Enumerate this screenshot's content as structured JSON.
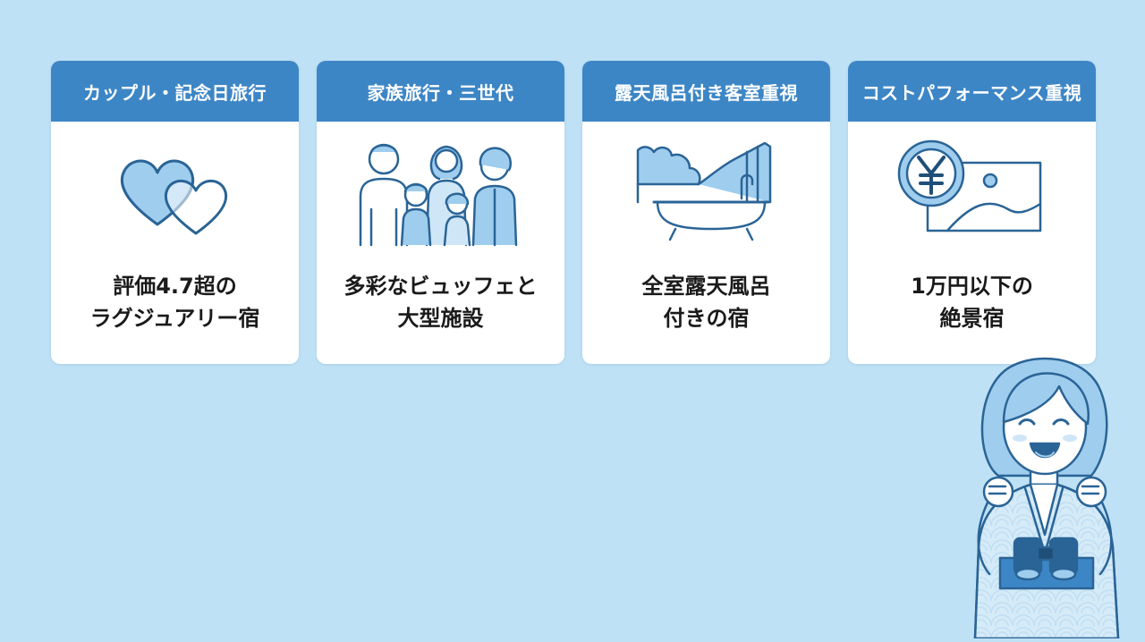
{
  "cards": [
    {
      "title": "カップル・記念日旅行",
      "icon": "hearts-icon",
      "line1": "評価4.7超の",
      "line2": "ラグジュアリー宿"
    },
    {
      "title": "家族旅行・三世代",
      "icon": "family-icon",
      "line1": "多彩なビュッフェと",
      "line2": "大型施設"
    },
    {
      "title": "露天風呂付き客室重視",
      "icon": "bathtub-view-icon",
      "line1": "全室露天風呂",
      "line2": "付きの宿"
    },
    {
      "title": "コストパフォーマンス重視",
      "icon": "yen-scenery-icon",
      "line1": "1万円以下の",
      "line2": "絶景宿"
    }
  ],
  "colors": {
    "background": "#bfe1f5",
    "header": "#3d86c6",
    "icon_stroke": "#2a6496",
    "icon_fill": "#9fcdee",
    "card": "#ffffff"
  },
  "guide": {
    "icon": "yukata-woman-binoculars-illustration"
  }
}
